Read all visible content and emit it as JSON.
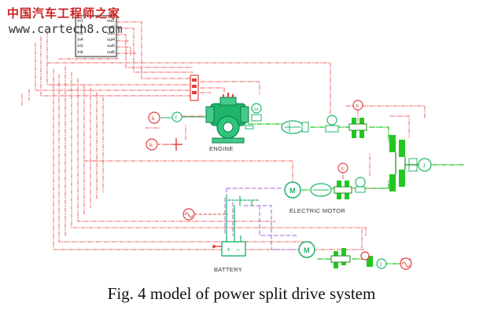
{
  "watermark": {
    "site_name_cn": "中国汽车工程师之家",
    "url": "www.cartech8.com",
    "color": "#cc2020",
    "url_color": "#333333"
  },
  "block": {
    "inputs": [
      "in1",
      "in2",
      "in3",
      "in4",
      "in5",
      "in6"
    ],
    "outputs": [
      "out1",
      "out2",
      "out3",
      "out4",
      "out5",
      "out6"
    ]
  },
  "labels": {
    "engine": "ENGINE",
    "electric_motor": "ELECTRIC MOTOR",
    "battery": "BATTERY"
  },
  "caption": "Fig. 4 model of power split drive system",
  "colors": {
    "signal": "#f06060",
    "component": "#1fb56a",
    "drive": "#22c722",
    "electric": "#a366d8"
  }
}
